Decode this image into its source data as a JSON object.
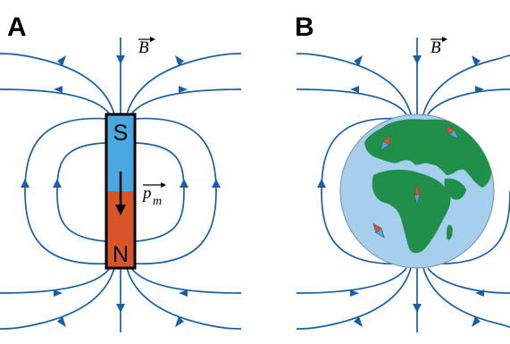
{
  "panels": {
    "a": {
      "letter": "A",
      "field_label": "B",
      "south_label": "S",
      "north_label": "N",
      "moment_label": "p",
      "moment_sub": "m"
    },
    "b": {
      "letter": "B",
      "field_label": "B"
    }
  },
  "colors": {
    "field_line": "#1b5fa2",
    "magnet_south": "#4aa8e0",
    "magnet_north": "#d8552a",
    "ocean": "#a6cfee",
    "land": "#1f8f4a"
  }
}
